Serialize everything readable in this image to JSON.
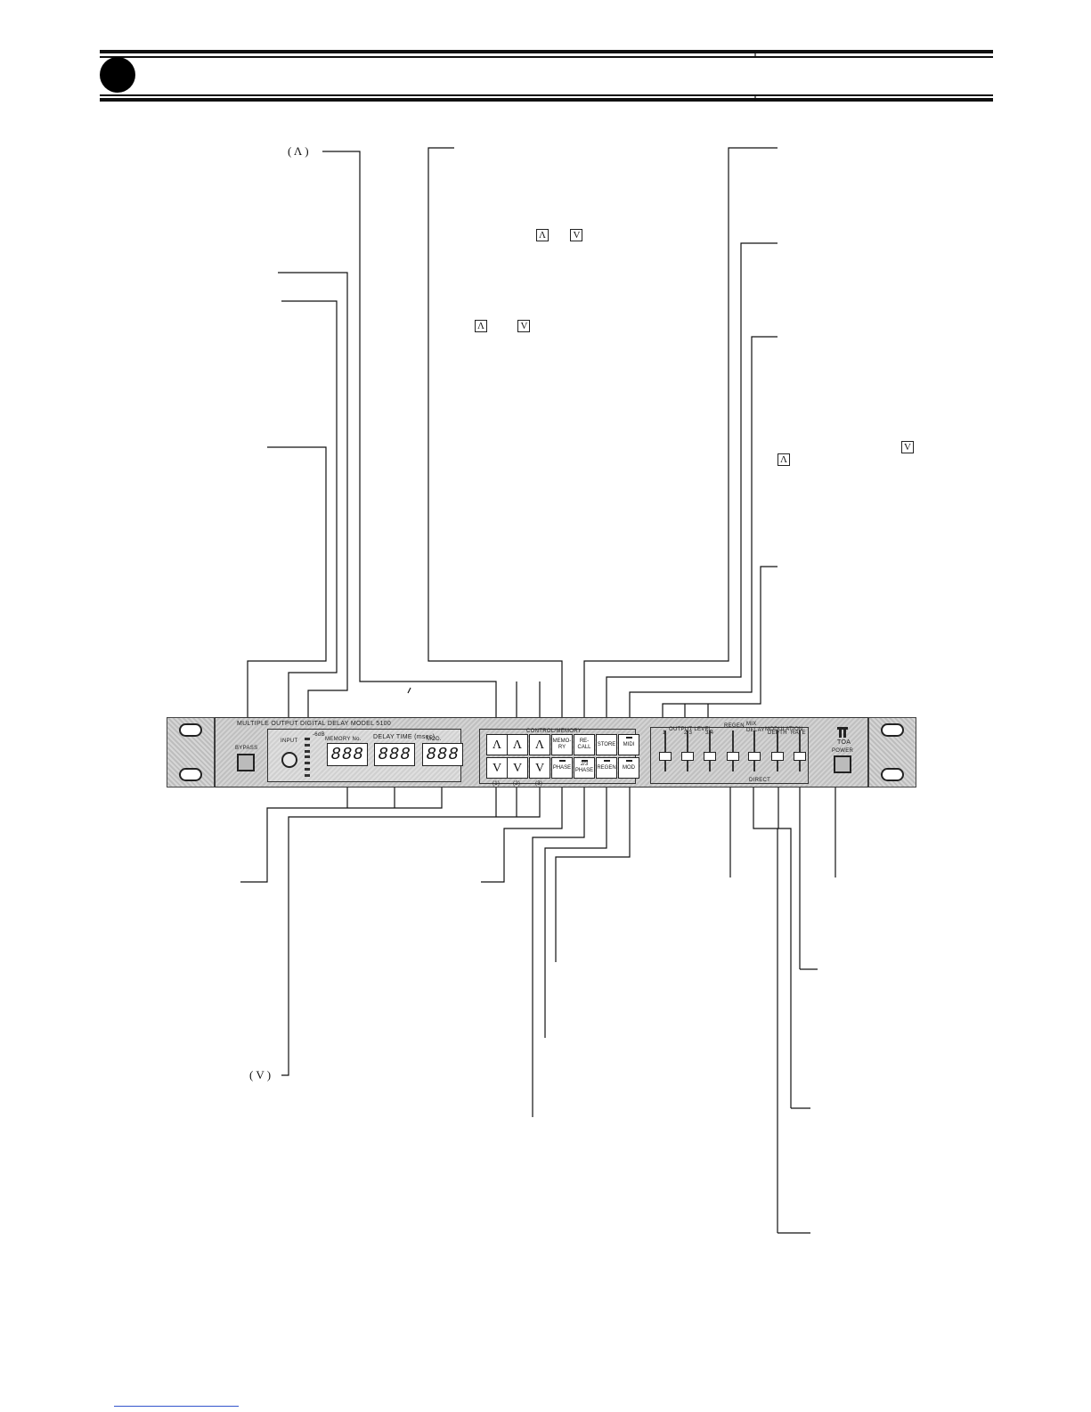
{
  "references": {
    "up_key_left": "( Λ )",
    "down_key_left": "( V )",
    "memory_note_keys": [
      "Λ",
      "V"
    ],
    "preset_note_keys": [
      "Λ",
      "V"
    ],
    "level_note_keys": [
      "V",
      "Λ"
    ]
  },
  "panel": {
    "title": "MULTIPLE OUTPUT DIGITAL DELAY    MODEL 5100",
    "bypass_label": "BYPASS",
    "input_label": "INPUT",
    "meter_label": "-6dB",
    "memory_no_label": "MEMORY No.",
    "delay_time_label": "DELAY TIME (msec)",
    "mod_label": "MOD.",
    "display_values": [
      "888",
      "888",
      "888"
    ],
    "control_memory_label": "CONTROL/MEMORY",
    "up_symbol": "Λ",
    "down_symbol": "V",
    "buttons": {
      "memory": "MEMO-RY",
      "recall": "RE-CALL",
      "store": "STORE",
      "midi": "MIDI",
      "phase": "PHASE",
      "phase2": "2/3 PHASE",
      "regen": "REGEN",
      "mod": "MOD"
    },
    "column_labels": [
      "(1)",
      "(2)",
      "(3)"
    ],
    "output_level_label": "OUTPUT LEVEL",
    "slider_labels": [
      "1",
      "2/3",
      "3/4",
      "REGEN",
      "MIX DELAY",
      "DEPTH",
      "RATE"
    ],
    "modulation_label": "MODULATION",
    "direct_label": "DIRECT",
    "brand": "TOA",
    "power_label": "POWER"
  }
}
